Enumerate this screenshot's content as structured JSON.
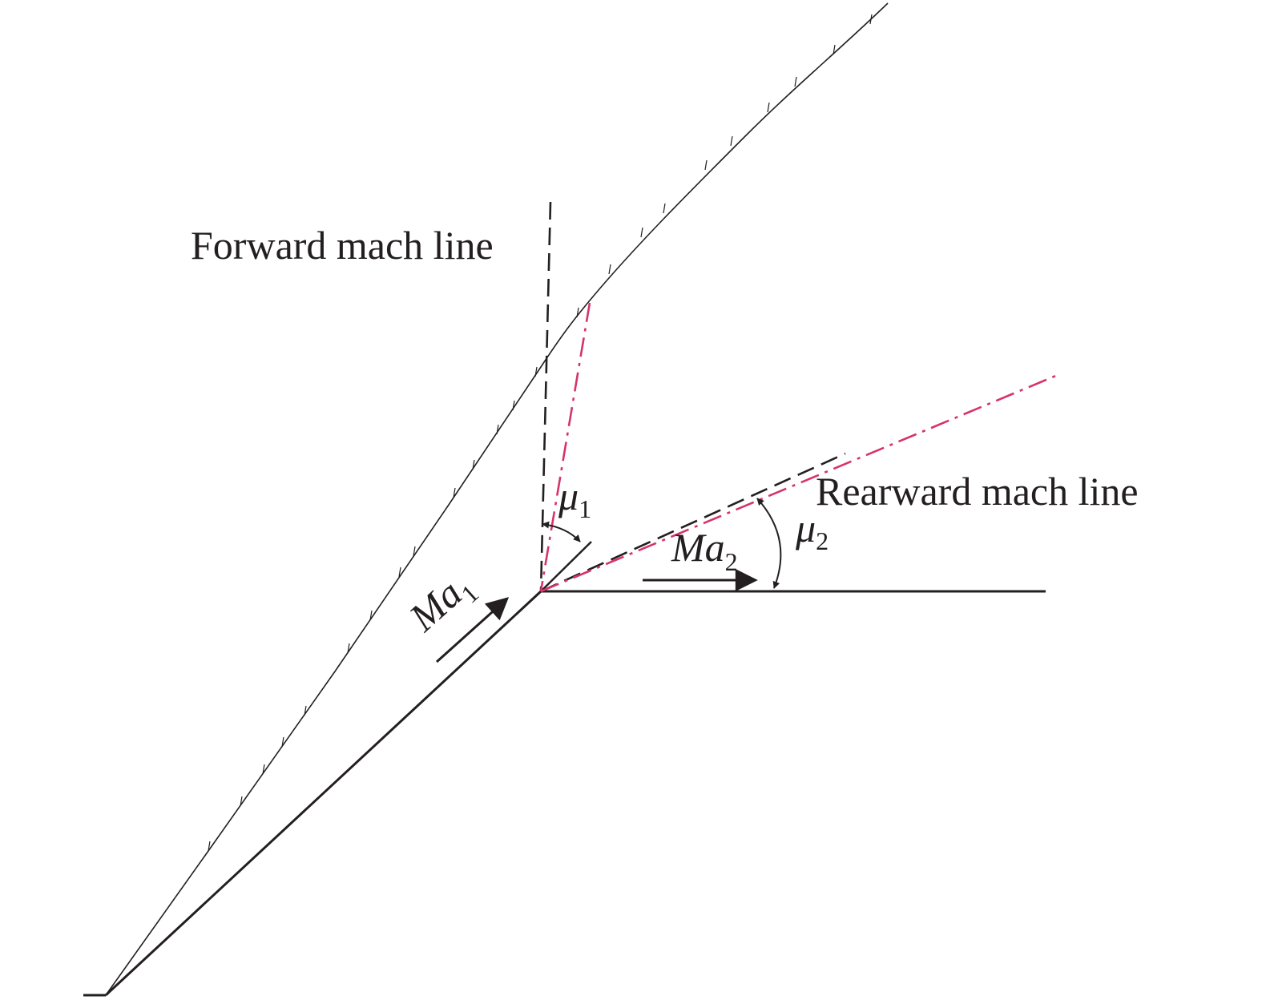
{
  "labels": {
    "forward": "Forward mach line",
    "rearward": "Rearward mach line"
  },
  "symbols": {
    "mu1": {
      "base": "μ",
      "sub": "1"
    },
    "mu2": {
      "base": "μ",
      "sub": "2"
    },
    "ma1": {
      "base": "Ma",
      "sub": "1"
    },
    "ma2": {
      "base": "Ma",
      "sub": "2"
    }
  },
  "colors": {
    "line": "#231f20",
    "accent": "#d6336c"
  }
}
